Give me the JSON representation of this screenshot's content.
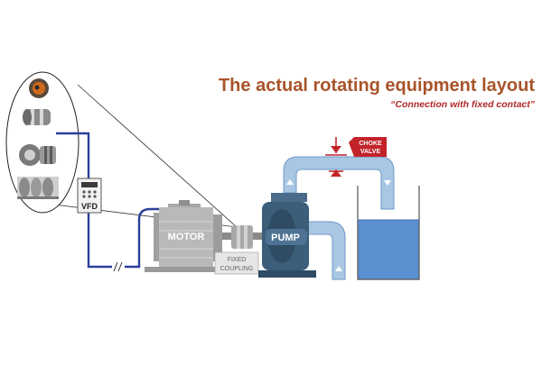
{
  "header": {
    "title": "The actual rotating equipment layout",
    "subtitle": "“Connection with fixed contact”"
  },
  "labels": {
    "motor": "MOTOR",
    "pump": "PUMP",
    "vfd": "VFD",
    "coupling_line1": "FIXED",
    "coupling_line2": "COUPLING",
    "choke_line1": "CHOKE",
    "choke_line2": "VALVE"
  },
  "colors": {
    "title": "#a8542a",
    "subtitle": "#b0282a",
    "pipe": "#a9c7e3",
    "pipe_edge": "#6d98c4",
    "pump": "#3c5e7b",
    "motor": "#b4b4b4",
    "cable": "#2a3f9a",
    "tank_water": "#5b8fd0",
    "choke": "#c2242a"
  },
  "icons": [
    "coupling-photo-1",
    "coupling-photo-2",
    "coupling-photo-3",
    "coupling-photo-4",
    "flow-arrow-icon"
  ]
}
